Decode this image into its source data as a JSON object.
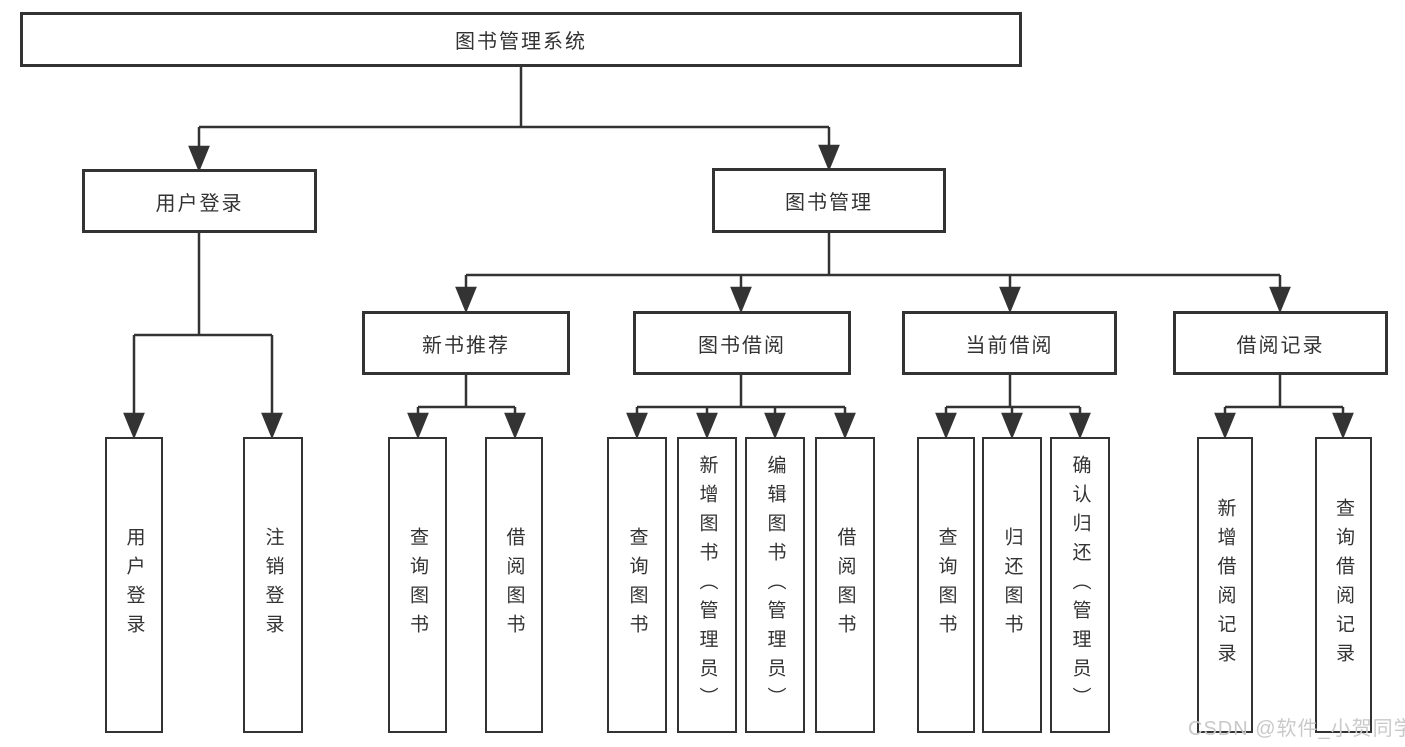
{
  "tree": {
    "root": "图书管理系统",
    "level2": {
      "user_login": "用户登录",
      "book_management": "图书管理"
    },
    "level3": {
      "new_book_recommend": "新书推荐",
      "book_borrowing": "图书借阅",
      "current_borrowing": "当前借阅",
      "borrowing_records": "借阅记录"
    },
    "leaves": {
      "user_login": [
        "用户登录",
        "注销登录"
      ],
      "new_book_recommend": [
        "查询图书",
        "借阅图书"
      ],
      "book_borrowing": [
        "查询图书",
        "新增图书（管理员）",
        "编辑图书（管理员）",
        "借阅图书"
      ],
      "current_borrowing": [
        "查询图书",
        "归还图书",
        "确认归还（管理员）"
      ],
      "borrowing_records": [
        "新增借阅记录",
        "查询借阅记录"
      ]
    }
  },
  "watermark": "CSDN @软件_小贺同学",
  "colors": {
    "line": "#333333",
    "text": "#333333",
    "watermark": "#c9c9c9",
    "background": "#ffffff"
  }
}
